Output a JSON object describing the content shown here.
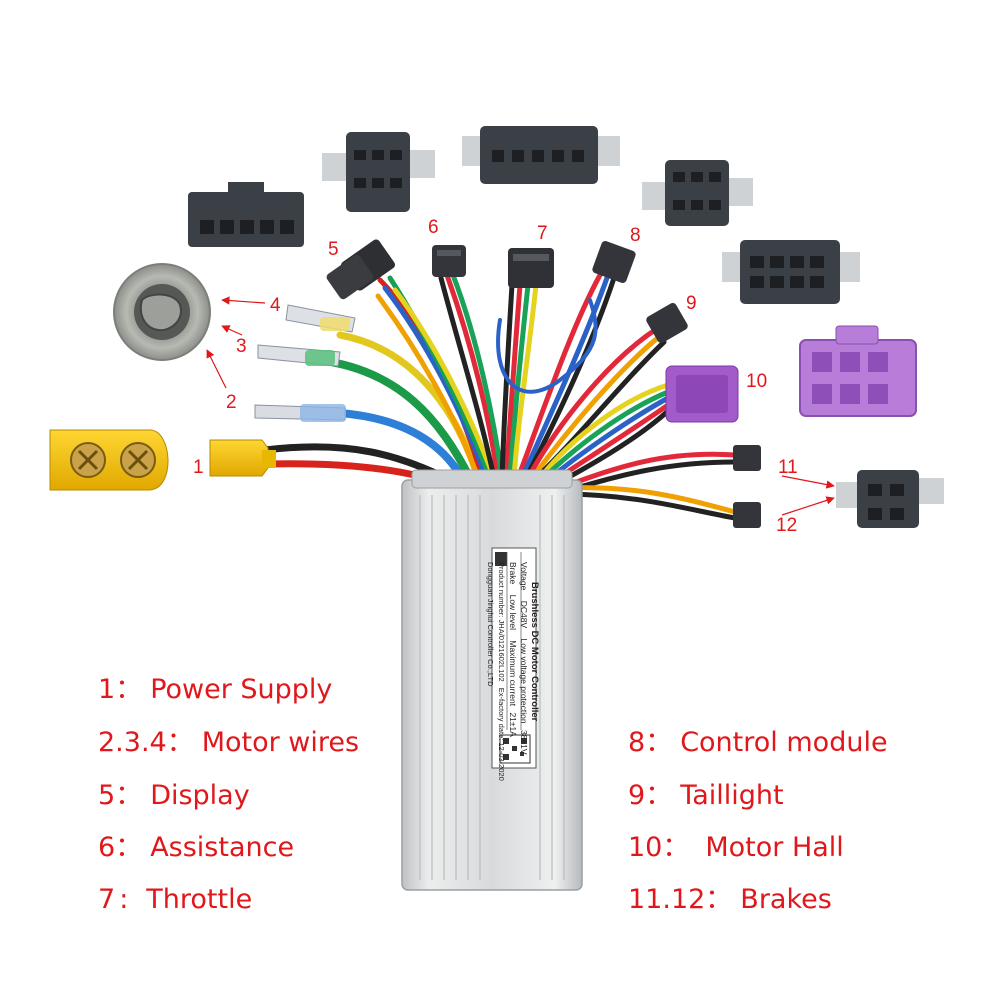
{
  "callouts": [
    "1",
    "2",
    "3",
    "4",
    "5",
    "6",
    "7",
    "8",
    "9",
    "10",
    "11",
    "12"
  ],
  "legend": [
    {
      "key": "1",
      "sep": "：",
      "label": "Power Supply"
    },
    {
      "key": "2.3.4",
      "sep": "：",
      "label": "Motor wires"
    },
    {
      "key": "5",
      "sep": "：",
      "label": "Display"
    },
    {
      "key": "6",
      "sep": "：",
      "label": "Assistance"
    },
    {
      "key": "7",
      "sep": ":",
      "label": "Throttle"
    },
    {
      "key": "8",
      "sep": "：",
      "label": "Control module"
    },
    {
      "key": "9",
      "sep": "：",
      "label": "Taillight"
    },
    {
      "key": "10",
      "sep": "：",
      "label": "Motor Hall"
    },
    {
      "key": "11.12",
      "sep": "：",
      "label": "Brakes"
    }
  ],
  "controller_label": {
    "heading": "Brushless DC Motor Controller",
    "voltage_key": "Voltage",
    "voltage_value": "DC48V",
    "protection_key": "Low voltage protection",
    "protection_value": "38±1V",
    "brake_key": "Brake",
    "brake_value": "Low level",
    "current_key": "Maximum current",
    "current_value": "21±1A",
    "product_number": "Product number: JHA/0121602L102",
    "factory_date": "Ex-factory date: 12-03-2020",
    "maker": "Dongguan Jinghui Controller Co.,LTD"
  },
  "colors": {
    "callout_red": "#e0171b",
    "connector_dark": "#3b4046",
    "xt60_yellow": "#f2c300",
    "hall_purple": "#a25bc9",
    "housing": "#d9dbdd"
  }
}
